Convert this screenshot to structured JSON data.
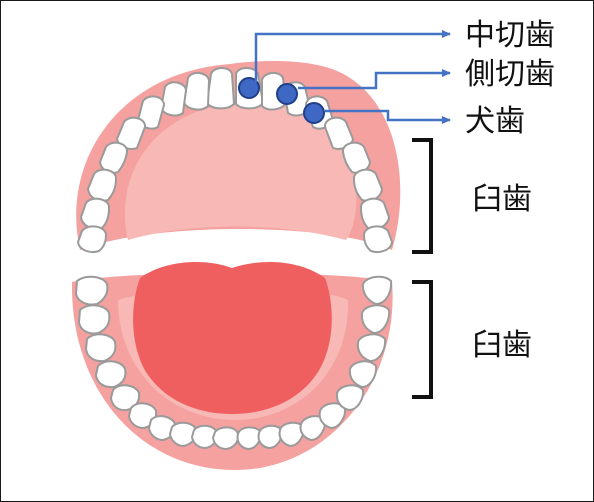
{
  "labels": {
    "central_incisor": "中切歯",
    "lateral_incisor": "側切歯",
    "canine": "犬歯",
    "upper_molars": "臼歯",
    "lower_molars": "臼歯"
  },
  "colors": {
    "gum": "#f4a19f",
    "palate": "#f8b9b6",
    "tongue": "#f05f5f",
    "tooth_fill": "#ffffff",
    "tooth_outline": "#9a9a9a",
    "marker": "#3f67c4",
    "marker_outline": "#1f3f8a",
    "leader_line": "#4472c4",
    "bracket": "#111111"
  }
}
